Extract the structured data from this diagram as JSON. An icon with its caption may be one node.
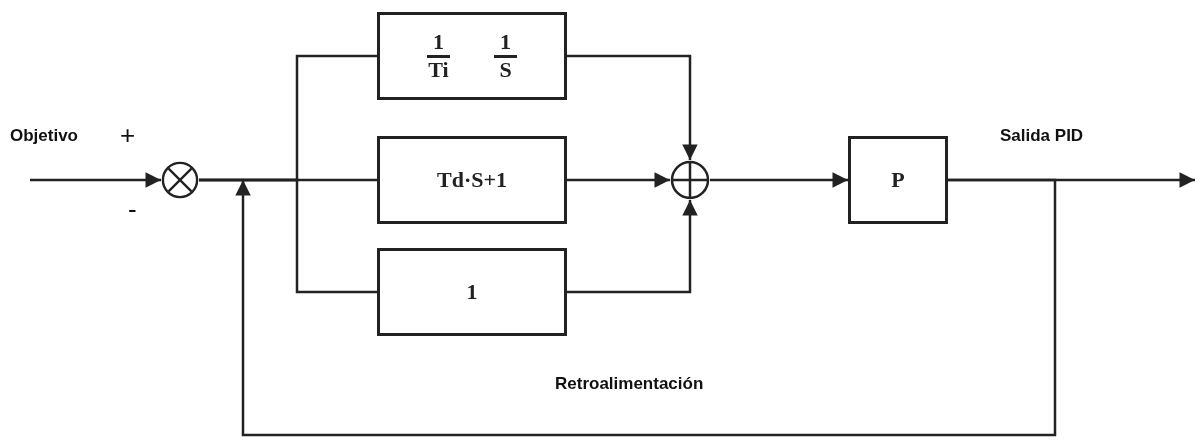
{
  "diagram": {
    "nodes": [
      {
        "text": [],
        "shape": "circle"
      },
      {
        "text": [
          "1",
          "Ti",
          "1",
          "S"
        ]
      },
      {
        "text": [
          "Td·S+1"
        ]
      },
      {
        "text": [
          "1"
        ]
      },
      {
        "text": [],
        "shape": "circle"
      },
      {
        "text": [
          "P"
        ]
      }
    ],
    "edges": [
      {
        "from": null,
        "to": 0,
        "arrow": "to"
      },
      {
        "from": 0,
        "to": 1,
        "arrow": "none"
      },
      {
        "from": 0,
        "to": 2,
        "arrow": "none"
      },
      {
        "from": 0,
        "to": 3,
        "arrow": "none"
      },
      {
        "from": 1,
        "to": 4,
        "arrow": "to"
      },
      {
        "from": 2,
        "to": 4,
        "arrow": "to"
      },
      {
        "from": 3,
        "to": 4,
        "arrow": "to"
      },
      {
        "from": 4,
        "to": 5,
        "arrow": "to"
      },
      {
        "from": 5,
        "to": null,
        "arrow": "to"
      },
      {
        "from": 5,
        "to": null,
        "arrow": "to"
      }
    ],
    "labels": [
      "Objetivo",
      "+",
      "-",
      "Salida PID",
      "Retroalimentación"
    ]
  }
}
